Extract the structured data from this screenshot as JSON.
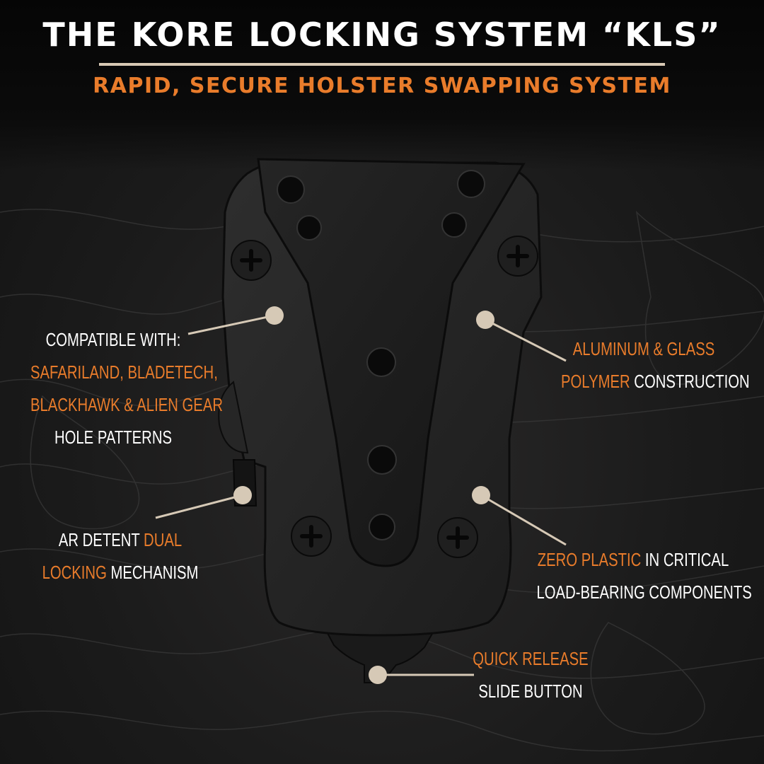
{
  "header": {
    "title": "THE KORE LOCKING SYSTEM “KLS”",
    "subtitle": "RAPID, SECURE HOLSTER SWAPPING SYSTEM"
  },
  "colors": {
    "accent": "#e97c2b",
    "text": "#ffffff",
    "rule": "#d8c9b4",
    "callout_dot": "#d6c9b6"
  },
  "callouts": {
    "compatible": {
      "line1": "COMPATIBLE WITH:",
      "line2": "SAFARILAND, BLADETECH,",
      "line3": "BLACKHAWK & ALIEN GEAR",
      "line4": "HOLE PATTERNS"
    },
    "detent": {
      "pre": "AR DETENT ",
      "hl1": "DUAL",
      "hl2": "LOCKING",
      "post": " MECHANISM"
    },
    "aluminum": {
      "hl1": "ALUMINUM & GLASS",
      "hl2": "POLYMER",
      "post": " CONSTRUCTION"
    },
    "zero_plastic": {
      "hl": "ZERO PLASTIC",
      "post": " IN CRITICAL",
      "line2": "LOAD-BEARING COMPONENTS"
    },
    "quick_release": {
      "hl": "QUICK RELEASE",
      "line2": "SLIDE BUTTON"
    }
  }
}
